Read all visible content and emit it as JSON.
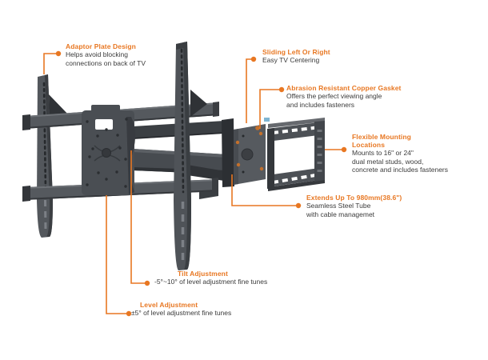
{
  "colors": {
    "accent_orange": "#e87722",
    "text_dark": "#3b3b3b",
    "product_dark": "#35383c",
    "product_mid": "#4a4e53",
    "product_light": "#5d6166",
    "copper": "#c4702b"
  },
  "product": {
    "name": "articulating-tv-wall-mount"
  },
  "callouts": [
    {
      "title_lines": [
        "Adaptor Plate Design"
      ],
      "body_lines": [
        "Helps avoid blocking",
        "connections on back of TV"
      ]
    },
    {
      "title_lines": [
        "Sliding Left Or Right"
      ],
      "body_lines": [
        "Easy TV Centering"
      ]
    },
    {
      "title_lines": [
        "Abrasion Resistant Copper Gasket"
      ],
      "body_lines": [
        "Offers the perfect viewing angle",
        "and includes fasteners"
      ]
    },
    {
      "title_lines": [
        "Flexible Mounting",
        "Locations"
      ],
      "body_lines": [
        "Mounts to 16\" or 24\"",
        "dual metal studs, wood,",
        "concrete and includes fasteners"
      ]
    },
    {
      "title_lines": [
        "Extends Up To 980mm(38.6\")"
      ],
      "body_lines": [
        "Seamless Steel Tube",
        "with cable managemet"
      ]
    },
    {
      "title_lines": [
        "Tilt Adjustment"
      ],
      "body_lines": [
        "-5°~10° of level adjustment fine tunes"
      ]
    },
    {
      "title_lines": [
        "Level Adjustment"
      ],
      "body_lines": [
        "±5° of level adjustment fine tunes"
      ]
    }
  ]
}
